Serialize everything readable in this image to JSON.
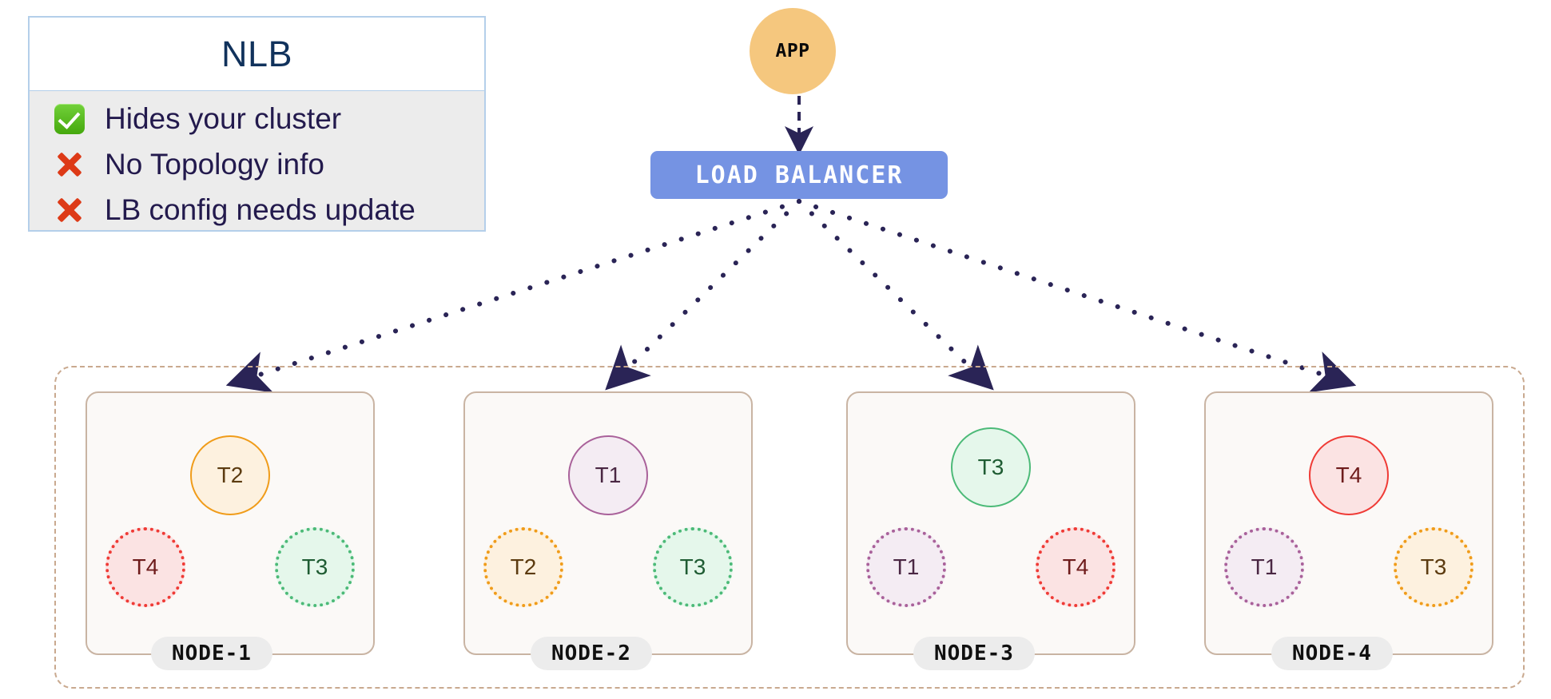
{
  "legend": {
    "title": "NLB",
    "items": [
      {
        "icon": "check-icon",
        "icon_kind": "check",
        "text": "Hides your cluster"
      },
      {
        "icon": "cross-icon",
        "icon_kind": "cross",
        "text": "No Topology info"
      },
      {
        "icon": "cross-icon",
        "icon_kind": "cross",
        "text": "LB config needs update"
      }
    ],
    "border_color": "#b4cfea",
    "body_color": "#ececec",
    "title_color": "#11325c",
    "text_color": "#231a4d",
    "check_color": "#52b513",
    "cross_color": "#dd3a17"
  },
  "app": {
    "label": "APP",
    "fill": "#f5c77e",
    "text_color": "#0a0a0a"
  },
  "load_balancer": {
    "label": "LOAD  BALANCER",
    "fill": "#7593e3",
    "text_color": "#ffffff"
  },
  "edges": {
    "app_to_lb_style": "dashed",
    "lb_to_node_style": "dotted",
    "color": "#2a2456"
  },
  "cluster": {
    "border_color": "#c9a98f",
    "border_style": "dash-dot"
  },
  "palette": {
    "orange": {
      "stroke": "#f09c1a",
      "fill": "#fdf1df",
      "text": "#5c3b10"
    },
    "purple": {
      "stroke": "#a9619a",
      "fill": "#f4ecf3",
      "text": "#4a2743"
    },
    "green": {
      "stroke": "#4cba78",
      "fill": "#e5f7eb",
      "text": "#1f5c33"
    },
    "red": {
      "stroke": "#ef3b36",
      "fill": "#fbe3e3",
      "text": "#6e1c1c"
    }
  },
  "nodes": [
    {
      "name": "NODE-1",
      "primary": {
        "label": "T2",
        "color": "orange"
      },
      "replicas": [
        {
          "label": "T4",
          "color": "red"
        },
        {
          "label": "T3",
          "color": "green"
        }
      ]
    },
    {
      "name": "NODE-2",
      "primary": {
        "label": "T1",
        "color": "purple"
      },
      "replicas": [
        {
          "label": "T2",
          "color": "orange"
        },
        {
          "label": "T3",
          "color": "green"
        }
      ]
    },
    {
      "name": "NODE-3",
      "primary": {
        "label": "T3",
        "color": "green"
      },
      "replicas": [
        {
          "label": "T1",
          "color": "purple"
        },
        {
          "label": "T4",
          "color": "red"
        }
      ]
    },
    {
      "name": "NODE-4",
      "primary": {
        "label": "T4",
        "color": "red"
      },
      "replicas": [
        {
          "label": "T1",
          "color": "purple"
        },
        {
          "label": "T3",
          "color": "orange"
        }
      ]
    }
  ]
}
